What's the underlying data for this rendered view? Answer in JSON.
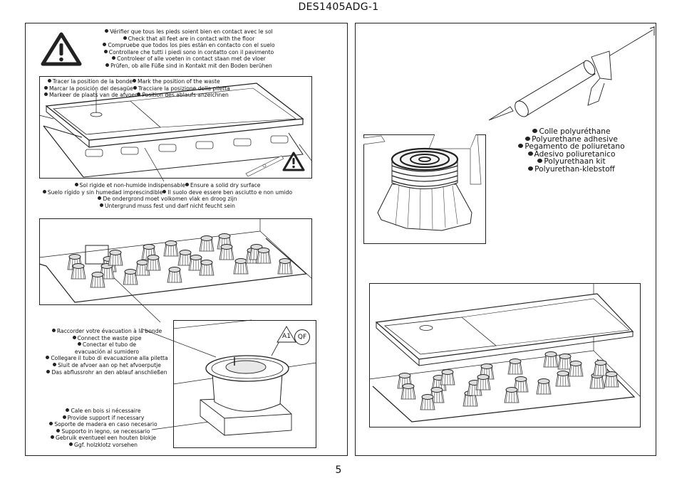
{
  "document": {
    "title": "DES1405ADG-1",
    "page_number": "5"
  },
  "left_panel": {
    "warning_icon": "warning-triangle-icon",
    "check_feet": [
      "Vérifier que tous les pieds soient bien en contact avec le sol",
      "Check that all feet are in contact with the floor",
      "Compruebe que todos los pies están en contacto con el suelo",
      "Controllare che tutti i piedi sono in contatto con il pavimento",
      "Controleer of alle voeten in contact staan met de vloer",
      "Prüfen, ob alle Füße sind in Kontakt mit den Boden berühen"
    ],
    "mark_waste": [
      [
        "Tracer la position de la bonde",
        "Mark the position of the waste"
      ],
      [
        "Marcar la posición del desagüe",
        "Tracciare la posizione della piletta"
      ],
      [
        "Markeer de plaats van de afvoer",
        "Position des ablaufs anzeichnen"
      ]
    ],
    "solid_surface": [
      [
        "Sol rigide et non-humide indispensable",
        "Ensure a solid dry surface"
      ],
      [
        "Suelo rígido y sin humedad imprescindible",
        "Il suolo deve essere ben asciutto e non umido"
      ],
      [
        "De ondergrond moet volkomen vlak en droog zijn"
      ],
      [
        "Untergrund  muss fest und darf nicht feucht sein"
      ]
    ],
    "connect_waste": [
      "Raccorder votre évacuation à la bonde",
      "Connect the waste pipe",
      "Conectar el tubo de",
      "evacuación al sumidero",
      "Collegare il tubo di evacuazione alla piletta",
      "Sluit de afvoer aan op het afvoerputje",
      "Das abflussrohr an den ablauf anschließen"
    ],
    "support": [
      "Cale en bois si nécessaire",
      "Provide support if necessary",
      "Soporte de madera en caso necesario",
      "Supporto in legno, se necessario",
      "Gebruik eventueel een houten blokje",
      "Ggf. holzklotz vorsehen"
    ],
    "part_codes": {
      "triangle": "A1",
      "circle": "QF"
    }
  },
  "right_panel": {
    "adhesive": [
      "Colle polyuréthane",
      "Polyurethane adhesive",
      "Pegamento de poliuretano",
      "Adesivo poliuretanico",
      "Polyurethaan kit",
      "Polyurethan-klebstoff"
    ]
  }
}
